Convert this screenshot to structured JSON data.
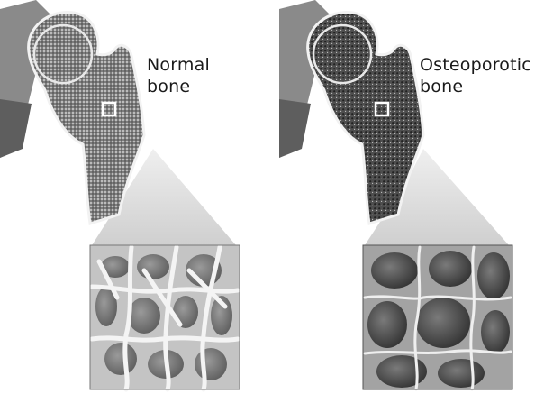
{
  "labels": {
    "normal": {
      "line1": "Normal",
      "line2": "bone"
    },
    "osteoporotic": {
      "line1": "Osteoporotic",
      "line2": "bone"
    }
  },
  "colors": {
    "pelvis": "#8a8a8a",
    "bone_shaft": "#6f6f6f",
    "bone_outline": "#f2f2f2",
    "zoom_cone": "#d8d8d8",
    "micro_bg_normal": "#b9b9b9",
    "micro_bg_osteo": "#9a9a9a",
    "trabecula": "#f0f0f0"
  }
}
